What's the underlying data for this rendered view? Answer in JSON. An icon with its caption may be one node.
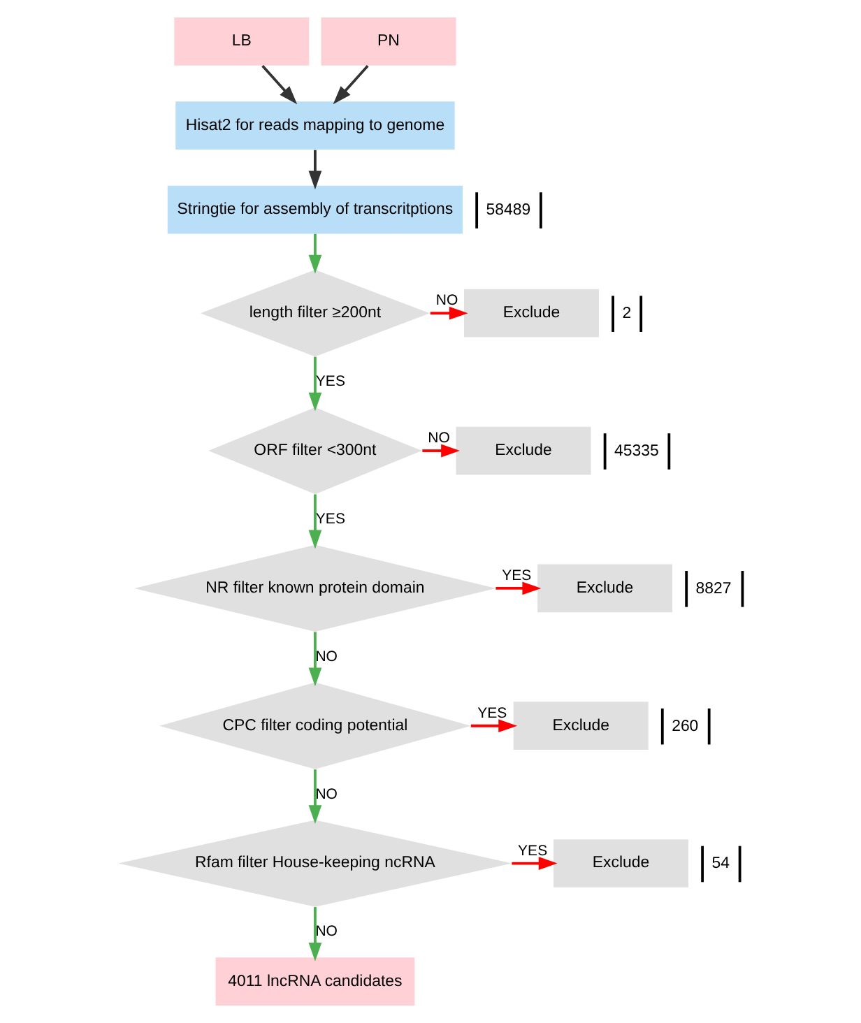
{
  "diagram": {
    "nodes": [
      {
        "text": [
          "LB"
        ]
      },
      {
        "text": [
          "PN"
        ]
      },
      {
        "text": [
          "Hisat2 for reads mapping to genome"
        ]
      },
      {
        "text": [
          "Stringtie for assembly of transcritptions"
        ],
        "beside": [
          "58489"
        ]
      },
      {
        "text": [
          "length filter ≥200nt"
        ]
      },
      {
        "text": [
          "Exclude"
        ],
        "beside": [
          "2"
        ]
      },
      {
        "text": [
          "ORF filter <300nt"
        ]
      },
      {
        "text": [
          "Exclude"
        ],
        "beside": [
          "45335"
        ]
      },
      {
        "text": [
          "NR filter known protein domain"
        ]
      },
      {
        "text": [
          "Exclude"
        ],
        "beside": [
          "8827"
        ]
      },
      {
        "text": [
          "CPC filter coding potential"
        ]
      },
      {
        "text": [
          "Exclude"
        ],
        "beside": [
          "260"
        ]
      },
      {
        "text": [
          "Rfam filter House-keeping ncRNA"
        ]
      },
      {
        "text": [
          "Exclude"
        ],
        "beside": [
          "54"
        ]
      },
      {
        "text": [
          "4011 lncRNA candidates"
        ]
      }
    ],
    "edges": [
      {
        "from": 0,
        "to": 2,
        "arrow": "to",
        "color": "#333333"
      },
      {
        "from": 1,
        "to": 2,
        "arrow": "to",
        "color": "#333333"
      },
      {
        "from": 2,
        "to": 3,
        "arrow": "to",
        "color": "#333333"
      },
      {
        "from": 3,
        "to": 4,
        "arrow": "to",
        "color": "#4caf50"
      },
      {
        "from": 4,
        "to": 5,
        "arrow": "to",
        "label": "NO",
        "color": "#ff0000"
      },
      {
        "from": 4,
        "to": 6,
        "arrow": "to",
        "label": "YES",
        "color": "#4caf50"
      },
      {
        "from": 6,
        "to": 7,
        "arrow": "to",
        "label": "NO",
        "color": "#ff0000"
      },
      {
        "from": 6,
        "to": 8,
        "arrow": "to",
        "label": "YES",
        "color": "#4caf50"
      },
      {
        "from": 8,
        "to": 9,
        "arrow": "to",
        "label": "YES",
        "color": "#ff0000"
      },
      {
        "from": 8,
        "to": 10,
        "arrow": "to",
        "label": "NO",
        "color": "#4caf50"
      },
      {
        "from": 10,
        "to": 11,
        "arrow": "to",
        "label": "YES",
        "color": "#ff0000"
      },
      {
        "from": 10,
        "to": 12,
        "arrow": "to",
        "label": "NO",
        "color": "#4caf50"
      },
      {
        "from": 12,
        "to": 13,
        "arrow": "to",
        "label": "YES",
        "color": "#ff0000"
      },
      {
        "from": 12,
        "to": 14,
        "arrow": "to",
        "label": "NO",
        "color": "#4caf50"
      }
    ]
  }
}
